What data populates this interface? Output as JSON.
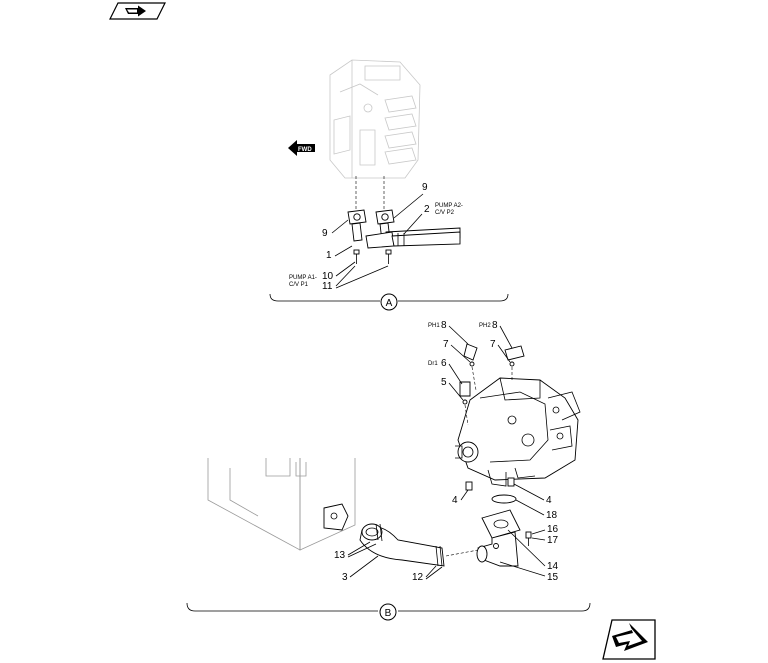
{
  "nav": {
    "prev_icon": "arrow-left-icon",
    "next_icon": "arrow-right-icon"
  },
  "views": {
    "a": {
      "label": "A"
    },
    "b": {
      "label": "B"
    }
  },
  "direction": {
    "text": "FWD"
  },
  "callouts": {
    "c1": "1",
    "c2": "2",
    "c3": "3",
    "c4a": "4",
    "c4b": "4",
    "c5": "5",
    "c6": "6",
    "c7a": "7",
    "c7b": "7",
    "c8a": "8",
    "c8b": "8",
    "c9a": "9",
    "c9b": "9",
    "c10": "10",
    "c11": "11",
    "c12": "12",
    "c13": "13",
    "c14": "14",
    "c15": "15",
    "c16": "16",
    "c17": "17",
    "c18": "18"
  },
  "port_labels": {
    "pump_a1_line1": "PUMP A1-",
    "pump_a1_line2": "C/V P1",
    "pump_a2_line1": "PUMP A2-",
    "pump_a2_line2": "C/V P2",
    "ph1": "PH1",
    "ph2": "PH2",
    "dr1": "Dr1"
  }
}
